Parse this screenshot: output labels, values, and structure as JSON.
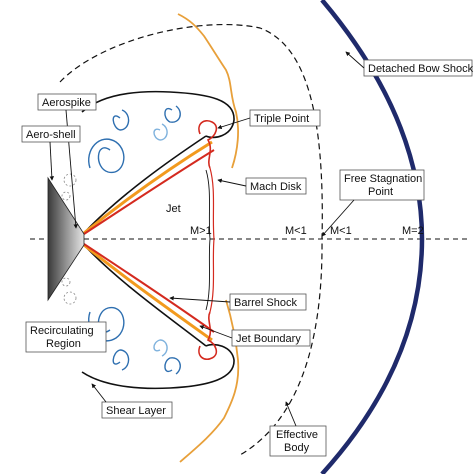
{
  "labels": {
    "detached_bow_shock": "Detached Bow Shock",
    "aerospike": "Aerospike",
    "aero_shell": "Aero-shell",
    "triple_point": "Triple Point",
    "mach_disk": "Mach Disk",
    "free_stagnation_line1": "Free Stagnation",
    "free_stagnation_line2": "Point",
    "jet": "Jet",
    "barrel_shock": "Barrel Shock",
    "recirculating_line1": "Recirculating",
    "recirculating_line2": "Region",
    "jet_boundary": "Jet Boundary",
    "shear_layer": "Shear Layer",
    "effective_body_line1": "Effective",
    "effective_body_line2": "Body"
  },
  "mach_labels": {
    "m_gt_1": "M>1",
    "m_lt_1_a": "M<1",
    "m_lt_1_b": "M<1",
    "m_eq_2": "M=2"
  },
  "colors": {
    "bow_shock": "#1f2a6b",
    "jet_red": "#d42a1f",
    "jet_orange": "#f29a1e",
    "shear_orange": "#e8a03a",
    "vortex_blue": "#2e6fb0",
    "vortex_light": "#7fb2dd"
  }
}
